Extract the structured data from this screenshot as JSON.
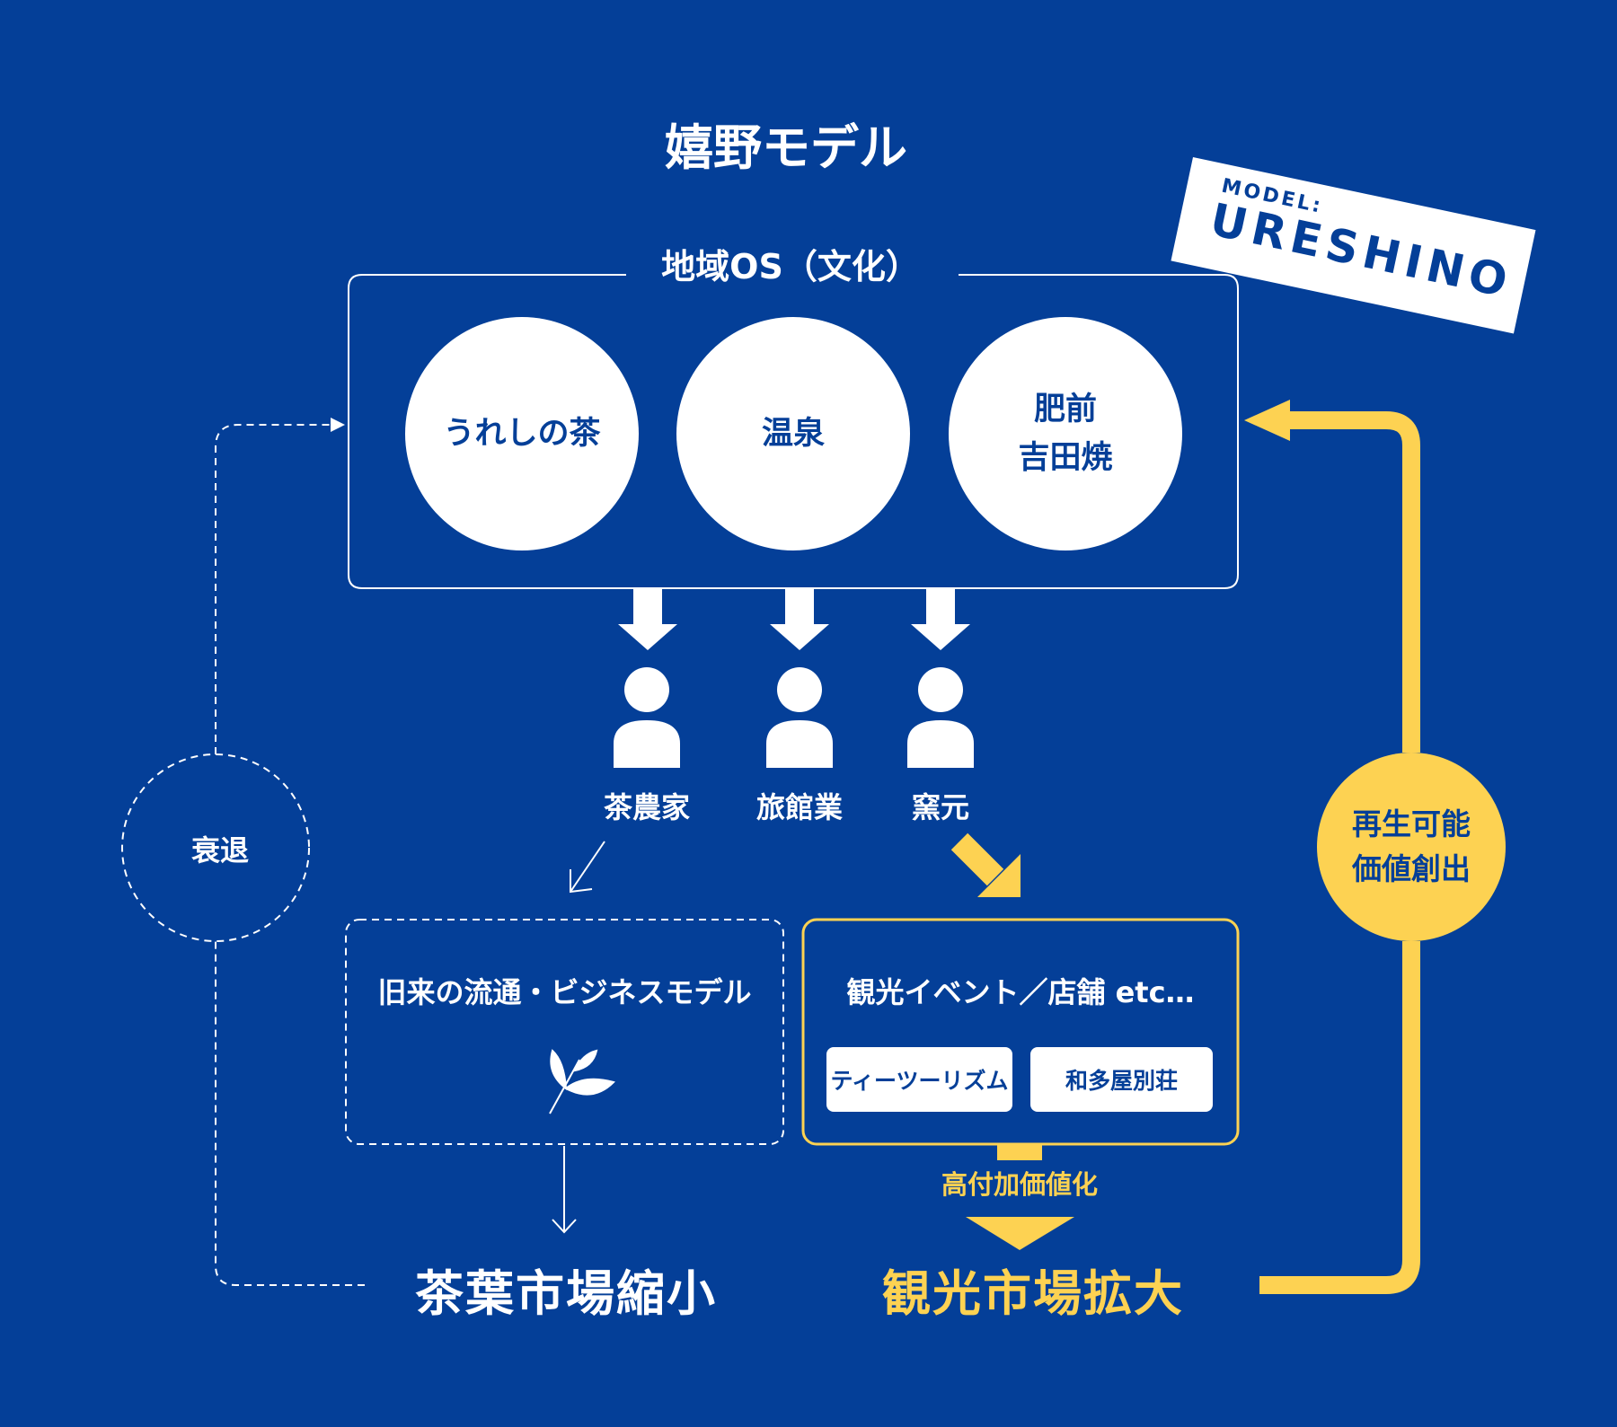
{
  "title": "嬉野モデル",
  "stamp": {
    "small": "MODEL:",
    "big": "URESHINO"
  },
  "os": {
    "label": "地域OS（文化）",
    "items": [
      "うれしの茶",
      "温泉",
      "肥前\n吉田焼"
    ]
  },
  "people": [
    "茶農家",
    "旅館業",
    "窯元"
  ],
  "decline": "衰退",
  "old_model": {
    "label": "旧来の流通・ビジネスモデル",
    "icon": "tea-leaf-icon"
  },
  "tourism": {
    "label": "観光イベント／店舗 etc…",
    "pills": [
      "ティーツーリズム",
      "和多屋別荘"
    ]
  },
  "high_value": "高付加価値化",
  "tea_market": "茶葉市場縮小",
  "tourism_market": "観光市場拡大",
  "regen": "再生可能\n価値創出",
  "colors": {
    "background": "#043f98",
    "accent": "#fdd252",
    "white": "#ffffff"
  }
}
